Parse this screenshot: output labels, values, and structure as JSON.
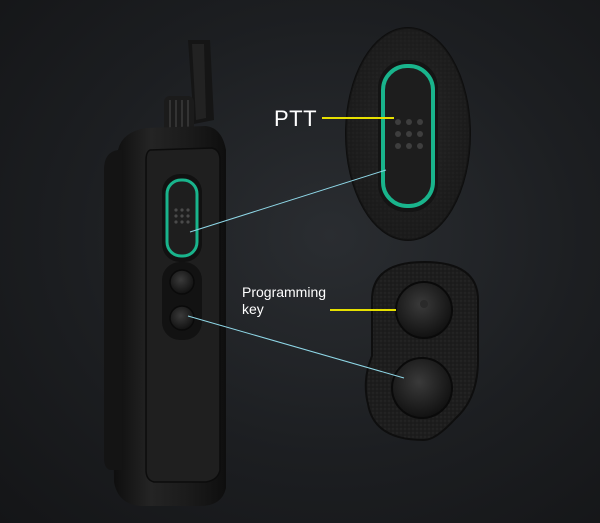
{
  "labels": {
    "ptt": "PTT",
    "programming_line1": "Programming",
    "programming_line2": "key"
  },
  "colors": {
    "background": "#1c1e21",
    "body": "#1a1a1a",
    "accent_green": "#19b48c",
    "pointer_yellow": "#e6e000",
    "pointer_cyan": "#8fd8e8"
  }
}
